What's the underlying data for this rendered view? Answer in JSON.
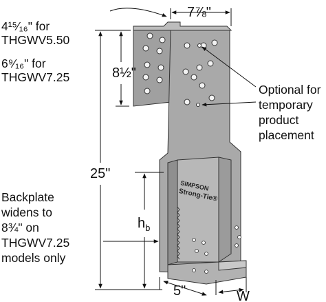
{
  "labels": {
    "top_left_line1": "4¹⁵⁄₁₆\" for",
    "top_left_line2": "THGWV5.50",
    "top_left_line3": "6⁹⁄₁₆\" for",
    "top_left_line4": "THGWV7.25",
    "optional_line1": "Optional for",
    "optional_line2": "temporary",
    "optional_line3": "product",
    "optional_line4": "placement",
    "backplate_line1": "Backplate",
    "backplate_line2": "widens to",
    "backplate_line3": "8¾\" on",
    "backplate_line4": "THGWV7.25",
    "backplate_line5": "models only"
  },
  "dimensions": {
    "top_width": "7⅞\"",
    "flange_height": "8½\"",
    "overall_height": "25\"",
    "hb_main": "h",
    "hb_sub": "b",
    "bottom_depth": "5\"",
    "seat_width": "W"
  },
  "stamp": {
    "line1": "SIMPSON",
    "line2": "Strong-Tie®"
  },
  "colors": {
    "steel_front": "#a7a7a7",
    "steel_side": "#8e8e8e",
    "steel_light": "#c4c4c4",
    "ink": "#111111"
  }
}
